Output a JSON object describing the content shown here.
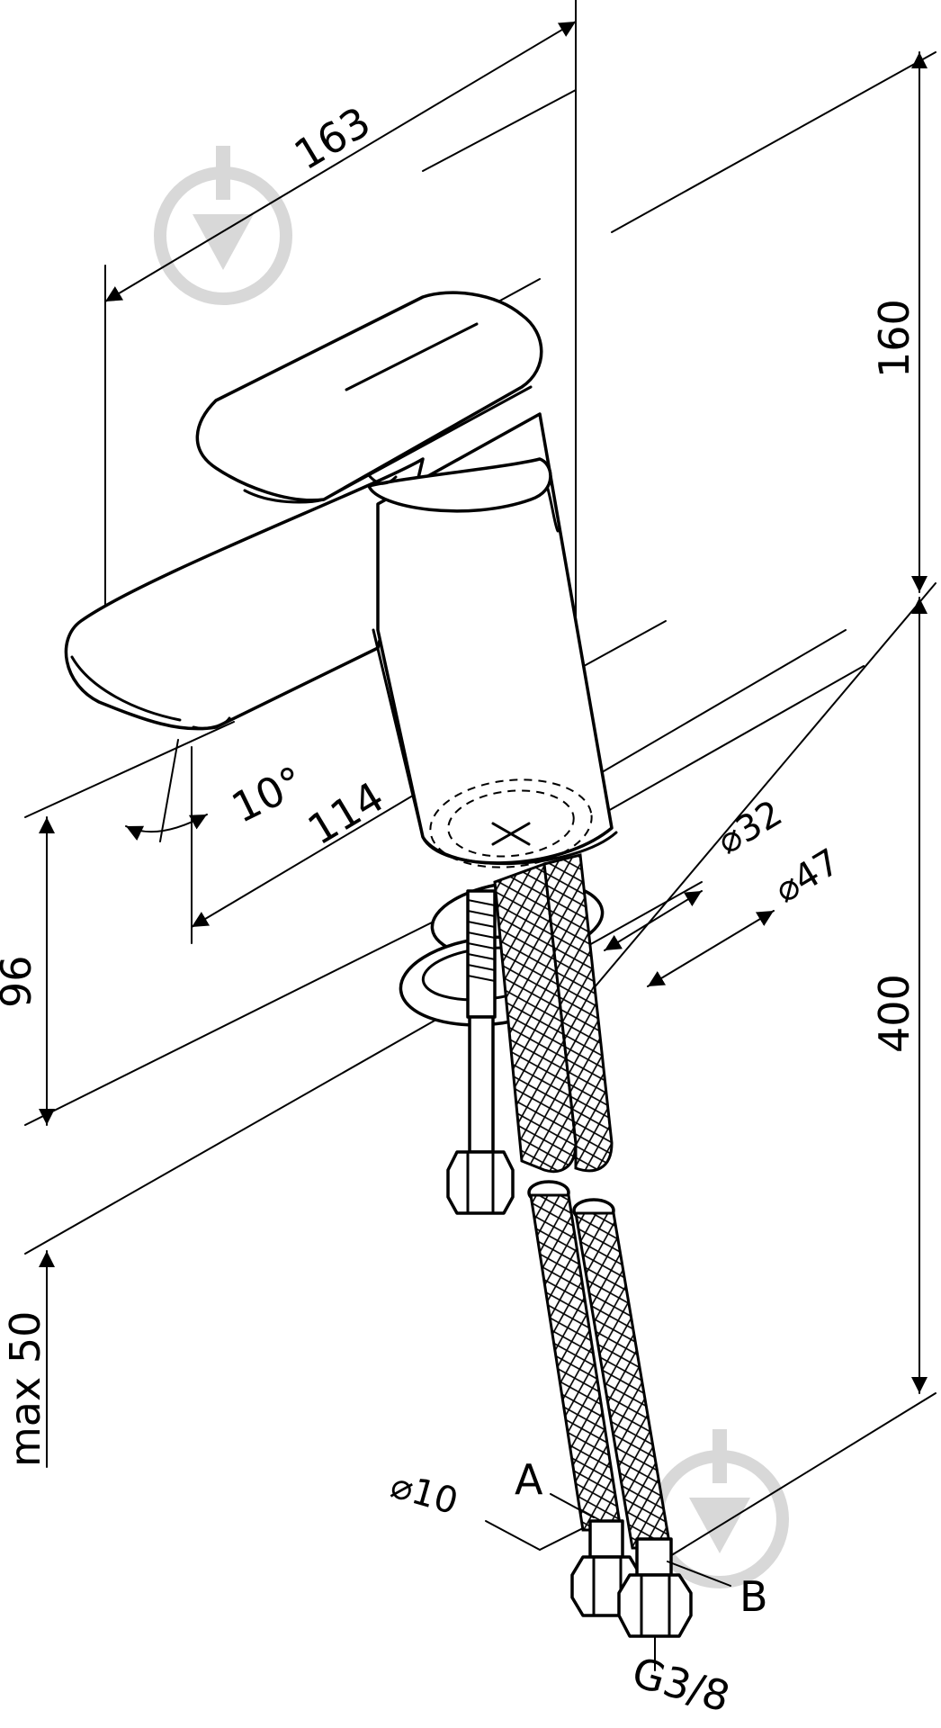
{
  "dimensions": {
    "d163": "163",
    "d160": "160",
    "d10deg": "10°",
    "d114": "114",
    "d32": "⌀32",
    "d47": "⌀47",
    "d96": "96",
    "d400": "400",
    "dmax50": "max 50",
    "d10": "⌀10",
    "thread": "G3/8"
  },
  "labels": {
    "a": "A",
    "b": "B"
  },
  "watermark_icon": "trowel-badge-icon"
}
